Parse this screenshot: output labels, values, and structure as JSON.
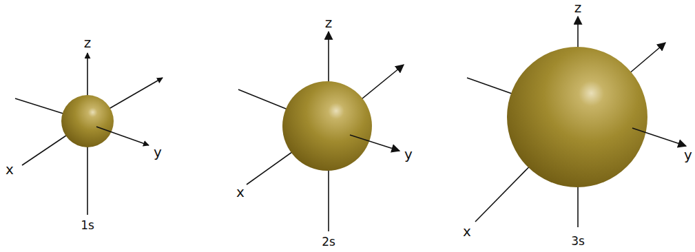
{
  "diagram": {
    "labels": [
      "z",
      "x",
      "y",
      "1s",
      "z",
      "x",
      "y",
      "2s",
      "z",
      "x",
      "y",
      "3s"
    ]
  }
}
